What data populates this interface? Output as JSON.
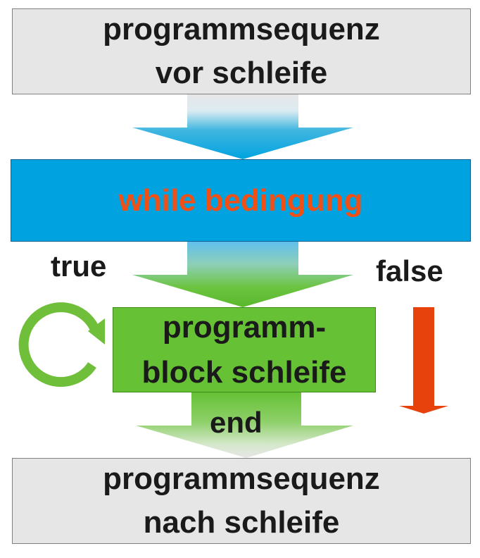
{
  "diagram": {
    "nodes": {
      "before": {
        "text": "programmsequenz\nvor schleife",
        "fill": "#e6e6e6"
      },
      "condition": {
        "text": "while bedingung",
        "fill": "#00a3e0",
        "text_color": "#f04f16"
      },
      "body": {
        "text": "programm-\nblock schleife",
        "fill": "#66c135"
      },
      "after": {
        "text": "programmsequenz\nnach schleife",
        "fill": "#e6e6e6"
      }
    },
    "labels": {
      "true": "true",
      "false": "false",
      "end": "end"
    },
    "colors": {
      "loop_arrow": "#6fbf3a",
      "false_arrow": "#e8420c",
      "text": "#1a1a1a"
    }
  }
}
